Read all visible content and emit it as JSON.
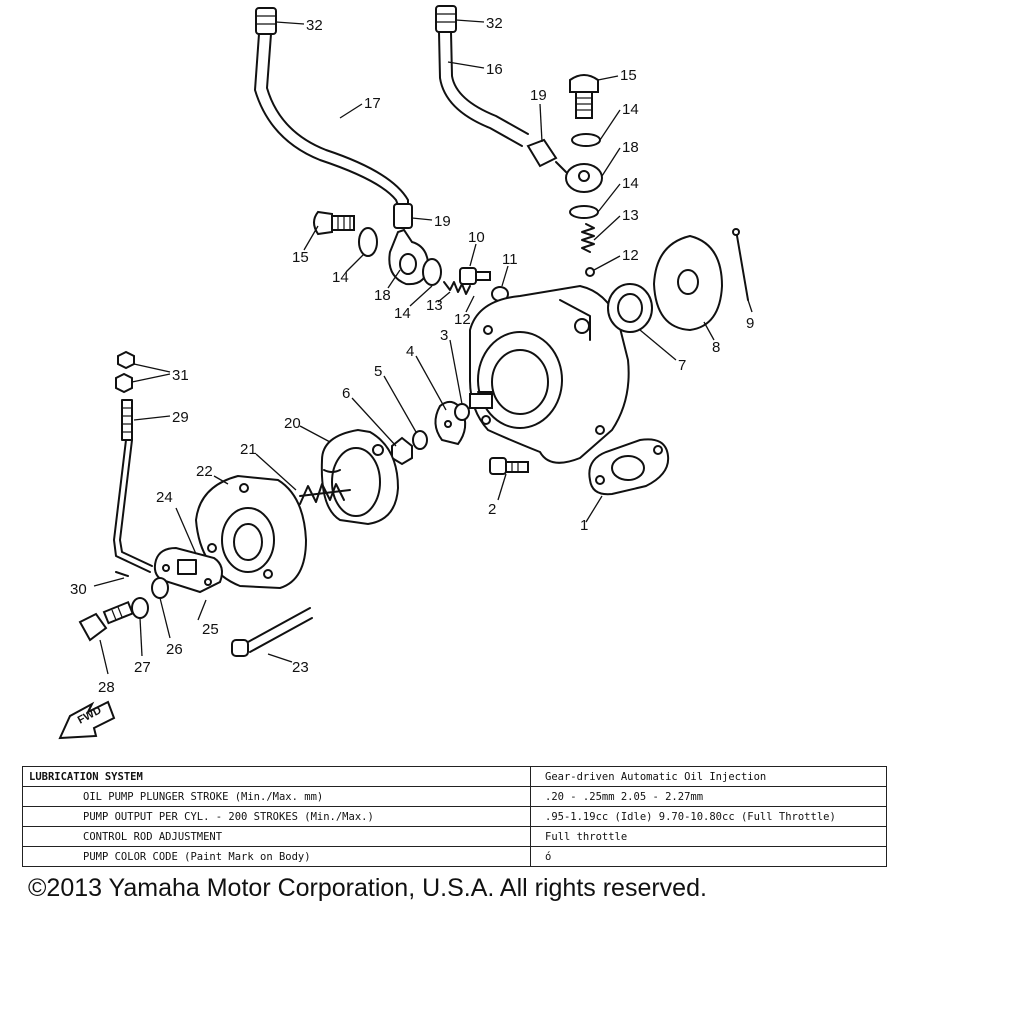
{
  "callouts": {
    "c1": "1",
    "c2": "2",
    "c3": "3",
    "c4": "4",
    "c5": "5",
    "c6": "6",
    "c7": "7",
    "c8": "8",
    "c9": "9",
    "c10": "10",
    "c11": "11",
    "c12a": "12",
    "c12b": "12",
    "c13a": "13",
    "c13b": "13",
    "c14a": "14",
    "c14b": "14",
    "c14c": "14",
    "c14d": "14",
    "c15a": "15",
    "c15b": "15",
    "c16": "16",
    "c17": "17",
    "c18a": "18",
    "c18b": "18",
    "c19a": "19",
    "c19b": "19",
    "c20": "20",
    "c21": "21",
    "c22": "22",
    "c23": "23",
    "c24": "24",
    "c25": "25",
    "c26": "26",
    "c27": "27",
    "c28": "28",
    "c29": "29",
    "c30": "30",
    "c31": "31",
    "c32a": "32",
    "c32b": "32"
  },
  "fwd_label": "FWD",
  "spec_table": {
    "header_label": "LUBRICATION SYSTEM",
    "header_value": "Gear-driven Automatic Oil Injection",
    "rows": [
      {
        "label": "OIL PUMP PLUNGER STROKE (Min./Max. mm)",
        "value": ".20 - .25mm            2.05 - 2.27mm"
      },
      {
        "label": "PUMP OUTPUT PER CYL. - 200 STROKES (Min./Max.)",
        "value": ".95-1.19cc (Idle) 9.70-10.80cc (Full Throttle)"
      },
      {
        "label": "CONTROL ROD ADJUSTMENT",
        "value": "Full throttle"
      },
      {
        "label": "PUMP COLOR CODE (Paint Mark on Body)",
        "value": "ó"
      }
    ]
  },
  "copyright": "©2013 Yamaha Motor Corporation, U.S.A. All rights reserved."
}
